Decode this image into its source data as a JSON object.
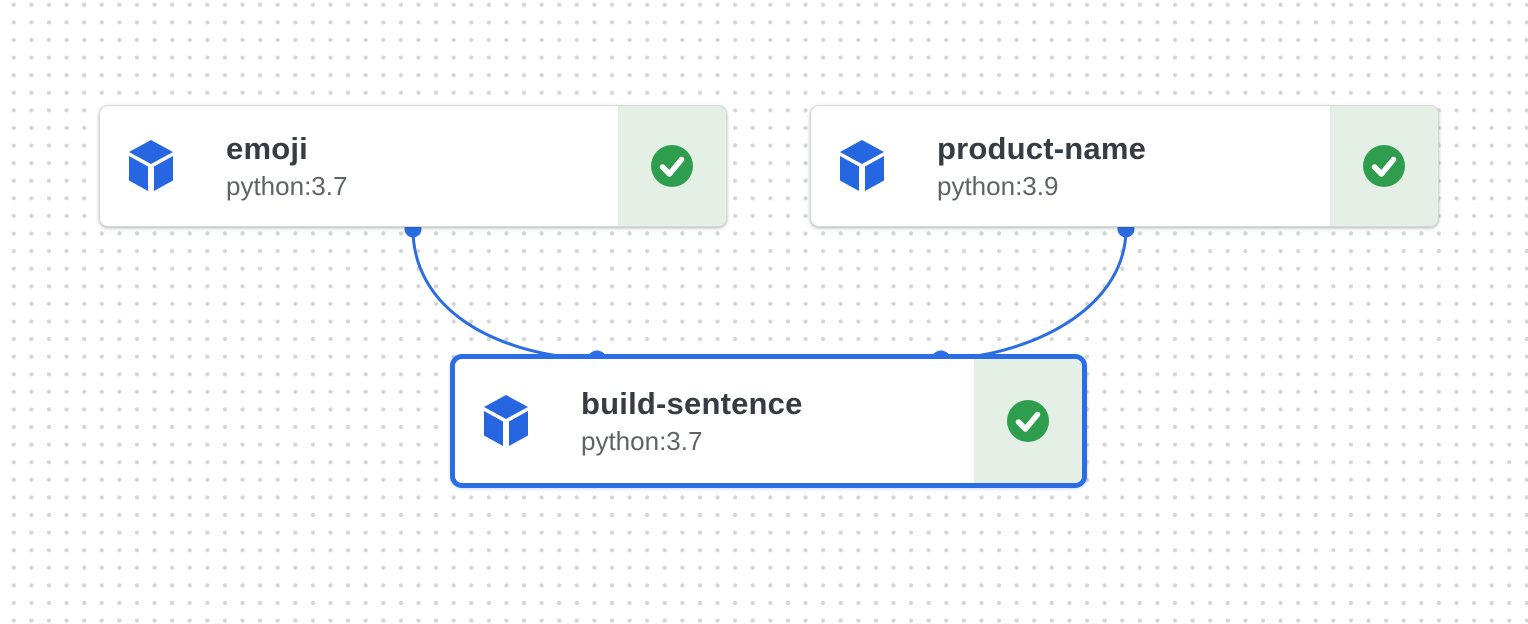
{
  "pipeline": {
    "nodes": [
      {
        "name": "emoji",
        "image": "python:3.7",
        "status": "succeeded",
        "selected": false
      },
      {
        "name": "product-name",
        "image": "python:3.9",
        "status": "succeeded",
        "selected": false
      },
      {
        "name": "build-sentence",
        "image": "python:3.7",
        "status": "succeeded",
        "selected": true
      }
    ],
    "edges": [
      {
        "from": "emoji",
        "to": "build-sentence"
      },
      {
        "from": "product-name",
        "to": "build-sentence"
      }
    ]
  },
  "icons": {
    "node_type": "artifact-cube-icon",
    "status": "success-check-icon"
  },
  "colors": {
    "accent_blue": "#2a6de4",
    "cube_blue": "#2766e1",
    "success_green": "#2e9e4e",
    "status_panel_green": "#e4efe6",
    "node_border_gray": "#d5d8db",
    "grid_dot_gray": "#d3d5d7",
    "title_text": "#363c43",
    "subtitle_text": "#5f6368"
  }
}
